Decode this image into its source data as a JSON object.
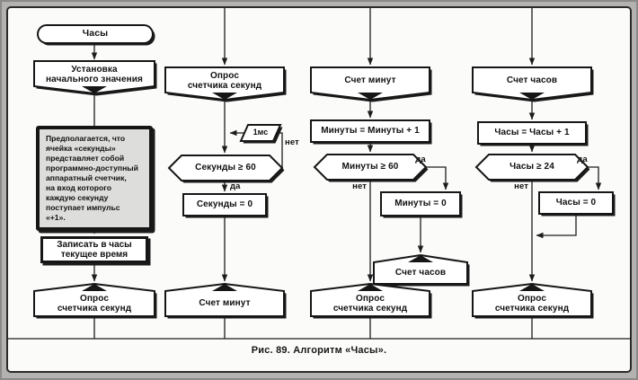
{
  "figure": {
    "caption": "Рис. 89. Алгоритм «Часы»."
  },
  "branch": {
    "yes": "да",
    "no": "нет"
  },
  "nodes": {
    "start": "Часы",
    "init": "Установка\nначального значения",
    "note": "Предполагается, что\nячейка «секунды»\nпредставляет собой\nпрограммно-доступный\nаппаратный счетчик,\nна вход которого\nкаждую секунду\nпоступает импульс\n«+1».",
    "write_time": "Записать в часы\nтекущее время",
    "poll_seconds": "Опрос\nсчетчика секунд",
    "count_minutes": "Счет минут",
    "count_hours": "Счет часов",
    "delay_1ms": "1мс",
    "seconds_ge_60": "Секунды ≥ 60",
    "seconds_zero": "Секунды = 0",
    "minutes_inc": "Минуты = Минуты + 1",
    "minutes_ge_60": "Минуты ≥ 60",
    "minutes_zero": "Минуты = 0",
    "hours_inc": "Часы = Часы + 1",
    "hours_ge_24": "Часы ≥ 24",
    "hours_zero": "Часы = 0"
  }
}
